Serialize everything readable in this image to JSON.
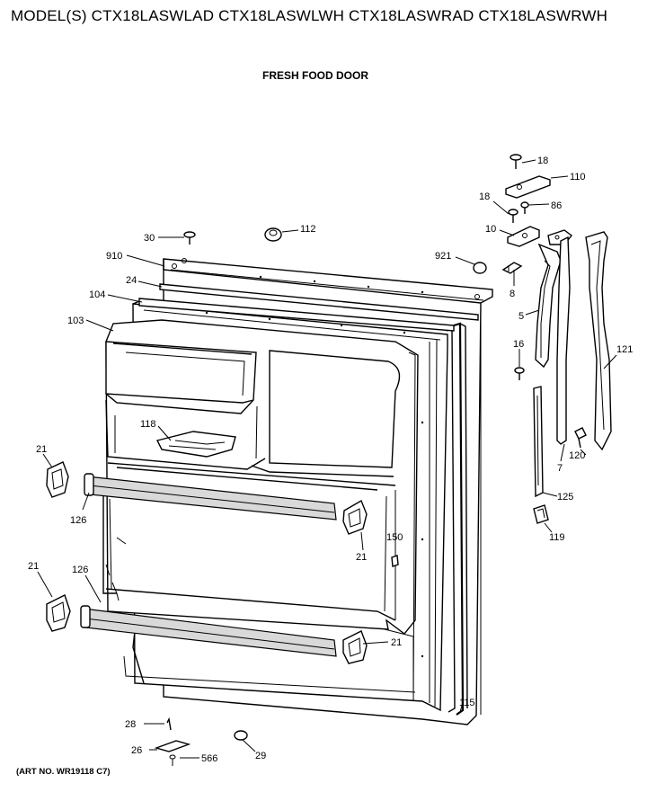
{
  "header": {
    "model_line": "MODEL(S) CTX18LASWLAD CTX18LASWLWH CTX18LASWRAD CTX18LASWRWH"
  },
  "section_title": "FRESH FOOD DOOR",
  "art_number": "(ART NO. WR19118 C7)",
  "part_labels": {
    "p18a": "18",
    "p110": "110",
    "p18b": "18",
    "p86": "86",
    "p10": "10",
    "p30": "30",
    "p112": "112",
    "p910": "910",
    "p921": "921",
    "p24": "24",
    "p8": "8",
    "p104": "104",
    "p5": "5",
    "p103": "103",
    "p16": "16",
    "p121": "121",
    "p118": "118",
    "p21a": "21",
    "p120": "120",
    "p7": "7",
    "p125": "125",
    "p126a": "126",
    "p150": "150",
    "p21b": "21",
    "p119": "119",
    "p21c": "21",
    "p126b": "126",
    "p21d": "21",
    "p115": "115",
    "p28": "28",
    "p26": "26",
    "p566": "566",
    "p29": "29"
  }
}
